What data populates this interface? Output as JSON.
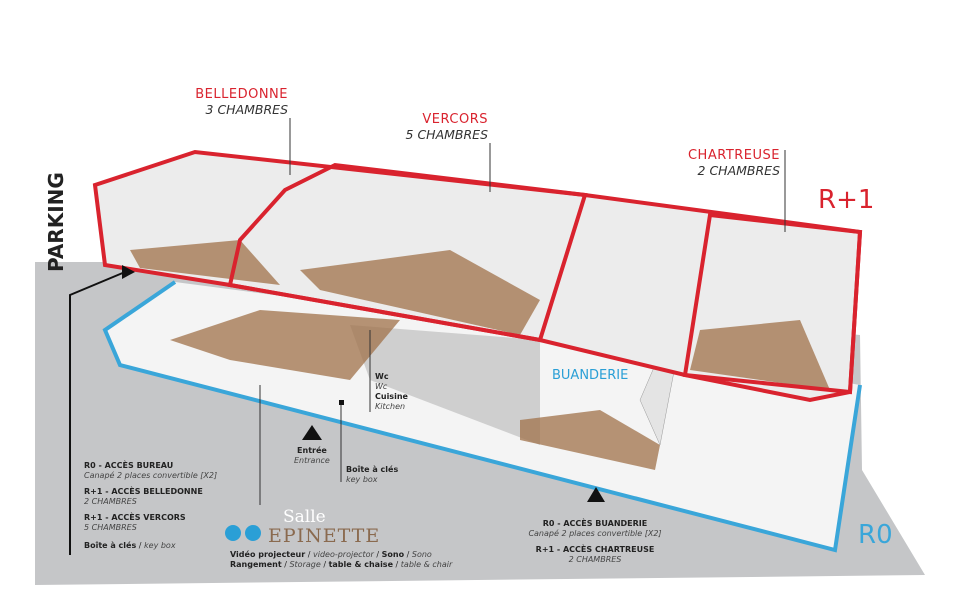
{
  "colors": {
    "upper_floor_outline": "#d9232e",
    "ground_floor_outline": "#3aa6d9",
    "ground": "#c5c6c8",
    "floor_wood": "#a0714a"
  },
  "side_label": "PARKING",
  "levels": {
    "upper": "R+1",
    "ground": "R0"
  },
  "zones": {
    "belledonne": {
      "name": "BELLEDONNE",
      "rooms": "3 CHAMBRES"
    },
    "vercors": {
      "name": "VERCORS",
      "rooms": "5 CHAMBRES"
    },
    "chartreuse": {
      "name": "CHARTREUSE",
      "rooms": "2 CHAMBRES"
    },
    "buanderie": {
      "name": "BUANDERIE"
    }
  },
  "callouts": {
    "wc": {
      "fr": "Wc",
      "en": "Wc"
    },
    "kitchen": {
      "fr": "Cuisine",
      "en": "Kitchen"
    },
    "entrance": {
      "fr": "Entrée",
      "en": "Entrance"
    },
    "keybox": {
      "fr": "Boîte à clés",
      "en": "key box"
    }
  },
  "left_access": [
    {
      "title": "R0 - ACCÈS BUREAU",
      "sub": "Canapé 2 places convertible [X2]"
    },
    {
      "title": "R+1 - ACCÈS BELLEDONNE",
      "sub": "2 CHAMBRES"
    },
    {
      "title": "R+1 - ACCÈS VERCORS",
      "sub": "5 CHAMBRES"
    }
  ],
  "left_keybox": {
    "fr": "Boîte à clés",
    "sep": " / ",
    "en": "key box"
  },
  "right_access": [
    {
      "title": "R0 - ACCÈS BUANDERIE",
      "sub": "Canapé 2 places convertible [X2]"
    },
    {
      "title": "R+1 - ACCÈS CHARTREUSE",
      "sub": "2 CHAMBRES"
    }
  ],
  "salle": {
    "logo_line1": "Salle",
    "logo_line2": "EPINETTE",
    "line1": [
      {
        "b": "Vidéo projecteur"
      },
      {
        "i": "video-projector"
      },
      {
        "b": "Sono"
      },
      {
        "i": "Sono"
      }
    ],
    "line2": [
      {
        "b": "Rangement"
      },
      {
        "i": "Storage"
      },
      {
        "b": "table & chaise"
      },
      {
        "i": "table & chair"
      }
    ]
  }
}
